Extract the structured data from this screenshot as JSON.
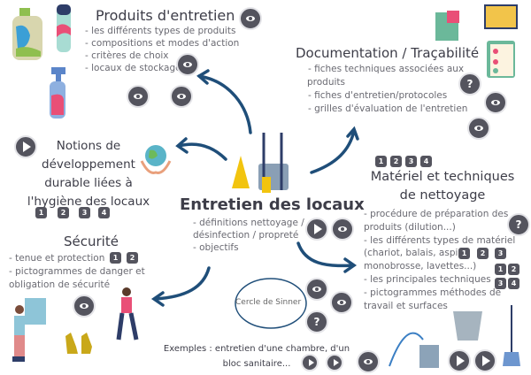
{
  "colors": {
    "arrow": "#1f4e79",
    "button": "#54545e",
    "title": "#3d3d48"
  },
  "center": {
    "title": "Entretien des locaux",
    "items": [
      "- définitions nettoyage /",
      "désinfection / propreté",
      "- objectifs"
    ]
  },
  "produits": {
    "title": "Produits d'entretien",
    "items": [
      "- les différents types de produits",
      "- compositions et modes d'action",
      "- critères de choix",
      "- locaux de stockage"
    ]
  },
  "developpement": {
    "title_lines": [
      "Notions de",
      "développement",
      "durable liées à",
      "l'hygiène des locaux"
    ],
    "badges": [
      "1",
      "2",
      "3",
      "4"
    ]
  },
  "securite": {
    "title": "Sécurité",
    "items": [
      "- tenue et protection",
      "- pictogrammes de danger et",
      "obligation de sécurité"
    ],
    "badges": [
      "1",
      "2"
    ]
  },
  "documentation": {
    "title": "Documentation / Traçabilité",
    "items": [
      "- fiches techniques associées aux",
      "produits",
      "- fiches d'entretien/protocoles",
      "- grilles d'évaluation de l'entretien"
    ]
  },
  "materiel": {
    "title_lines": [
      "Matériel et techniques",
      "de nettoyage"
    ],
    "top_badges": [
      "1",
      "2",
      "3",
      "4"
    ],
    "items": [
      "- procédure de préparation des",
      "produits (dilution...)",
      "- les différents types de matériel",
      "(chariot, balais, aspi,",
      "monobrosse, lavettes...)",
      "- les principales techniques",
      "- pictogrammes méthodes de",
      "travail et surfaces"
    ],
    "inline_badges": [
      "1",
      "2",
      "3"
    ],
    "grid_badges": [
      "1",
      "2",
      "3",
      "4"
    ]
  },
  "sinner": {
    "label": "Cercle de Sinner"
  },
  "exemples": {
    "lines": [
      "Exemples : entretien d'une chambre, d'un",
      "bloc sanitaire..."
    ]
  },
  "icons": {
    "view": "eye-icon",
    "play": "play-icon",
    "quiz": "question-icon"
  },
  "quiz_label": "?"
}
